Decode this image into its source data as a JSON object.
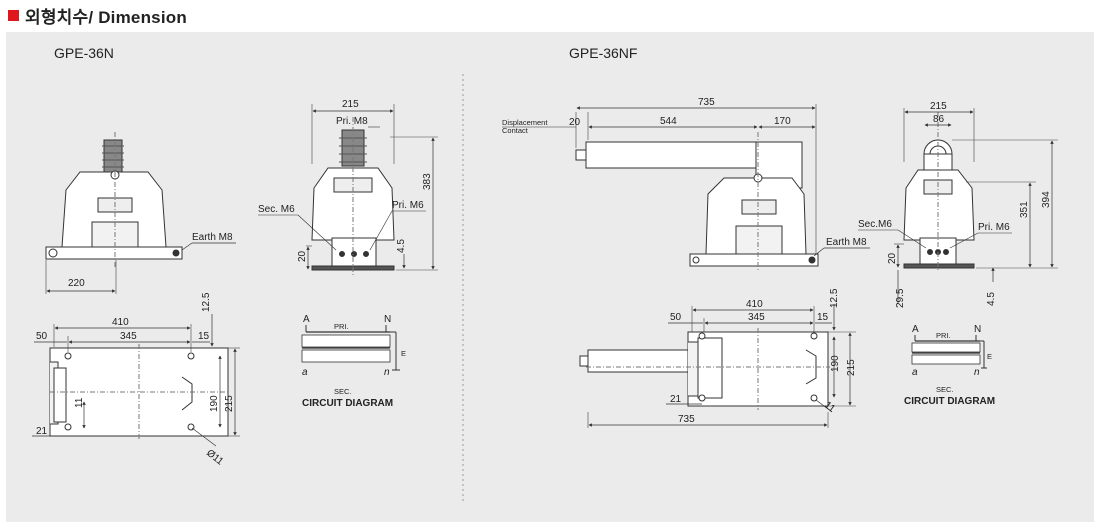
{
  "section": {
    "title": "외형치수/ Dimension",
    "marker_color": "#e0161e"
  },
  "left": {
    "model": "GPE-36N",
    "front_view": {
      "earth": "Earth M8",
      "width": "220"
    },
    "side_view": {
      "width": "215",
      "pri": "Pri. M8",
      "height": "383",
      "sec": "Sec. M6",
      "pri2": "Pri. M6",
      "base": "20",
      "foot": "4.5"
    },
    "top_view": {
      "w410": "410",
      "w345": "345",
      "w50": "50",
      "w15": "15",
      "h125": "12.5",
      "h190": "190",
      "h215": "215",
      "d11": "11",
      "d21": "21",
      "hole": "Ø11"
    },
    "circuit": {
      "a_up": "A",
      "n_up": "N",
      "pri": "PRI.",
      "e": "E",
      "a_low": "a",
      "n_low": "n",
      "sec": "SEC.",
      "title": "CIRCUIT DIAGRAM"
    }
  },
  "right": {
    "model": "GPE-36NF",
    "front_view": {
      "disp1": "Displacement",
      "disp2": "Contact",
      "w20": "20",
      "w735": "735",
      "w544": "544",
      "w170": "170",
      "earth": "Earth M8"
    },
    "side_view": {
      "width": "215",
      "d86": "86",
      "h351": "351",
      "h394": "394",
      "sec": "Sec.M6",
      "pri": "Pri. M6",
      "base": "20",
      "d295": "29.5",
      "foot": "4.5"
    },
    "top_view": {
      "w410": "410",
      "w345": "345",
      "w50": "50",
      "w15": "15",
      "h125": "12.5",
      "h190": "190",
      "h215": "215",
      "d21": "21",
      "w735": "735",
      "d11": "11"
    },
    "circuit": {
      "a_up": "A",
      "n_up": "N",
      "pri": "PRI.",
      "e": "E",
      "a_low": "a",
      "n_low": "n",
      "sec": "SEC.",
      "title": "CIRCUIT DIAGRAM"
    }
  }
}
